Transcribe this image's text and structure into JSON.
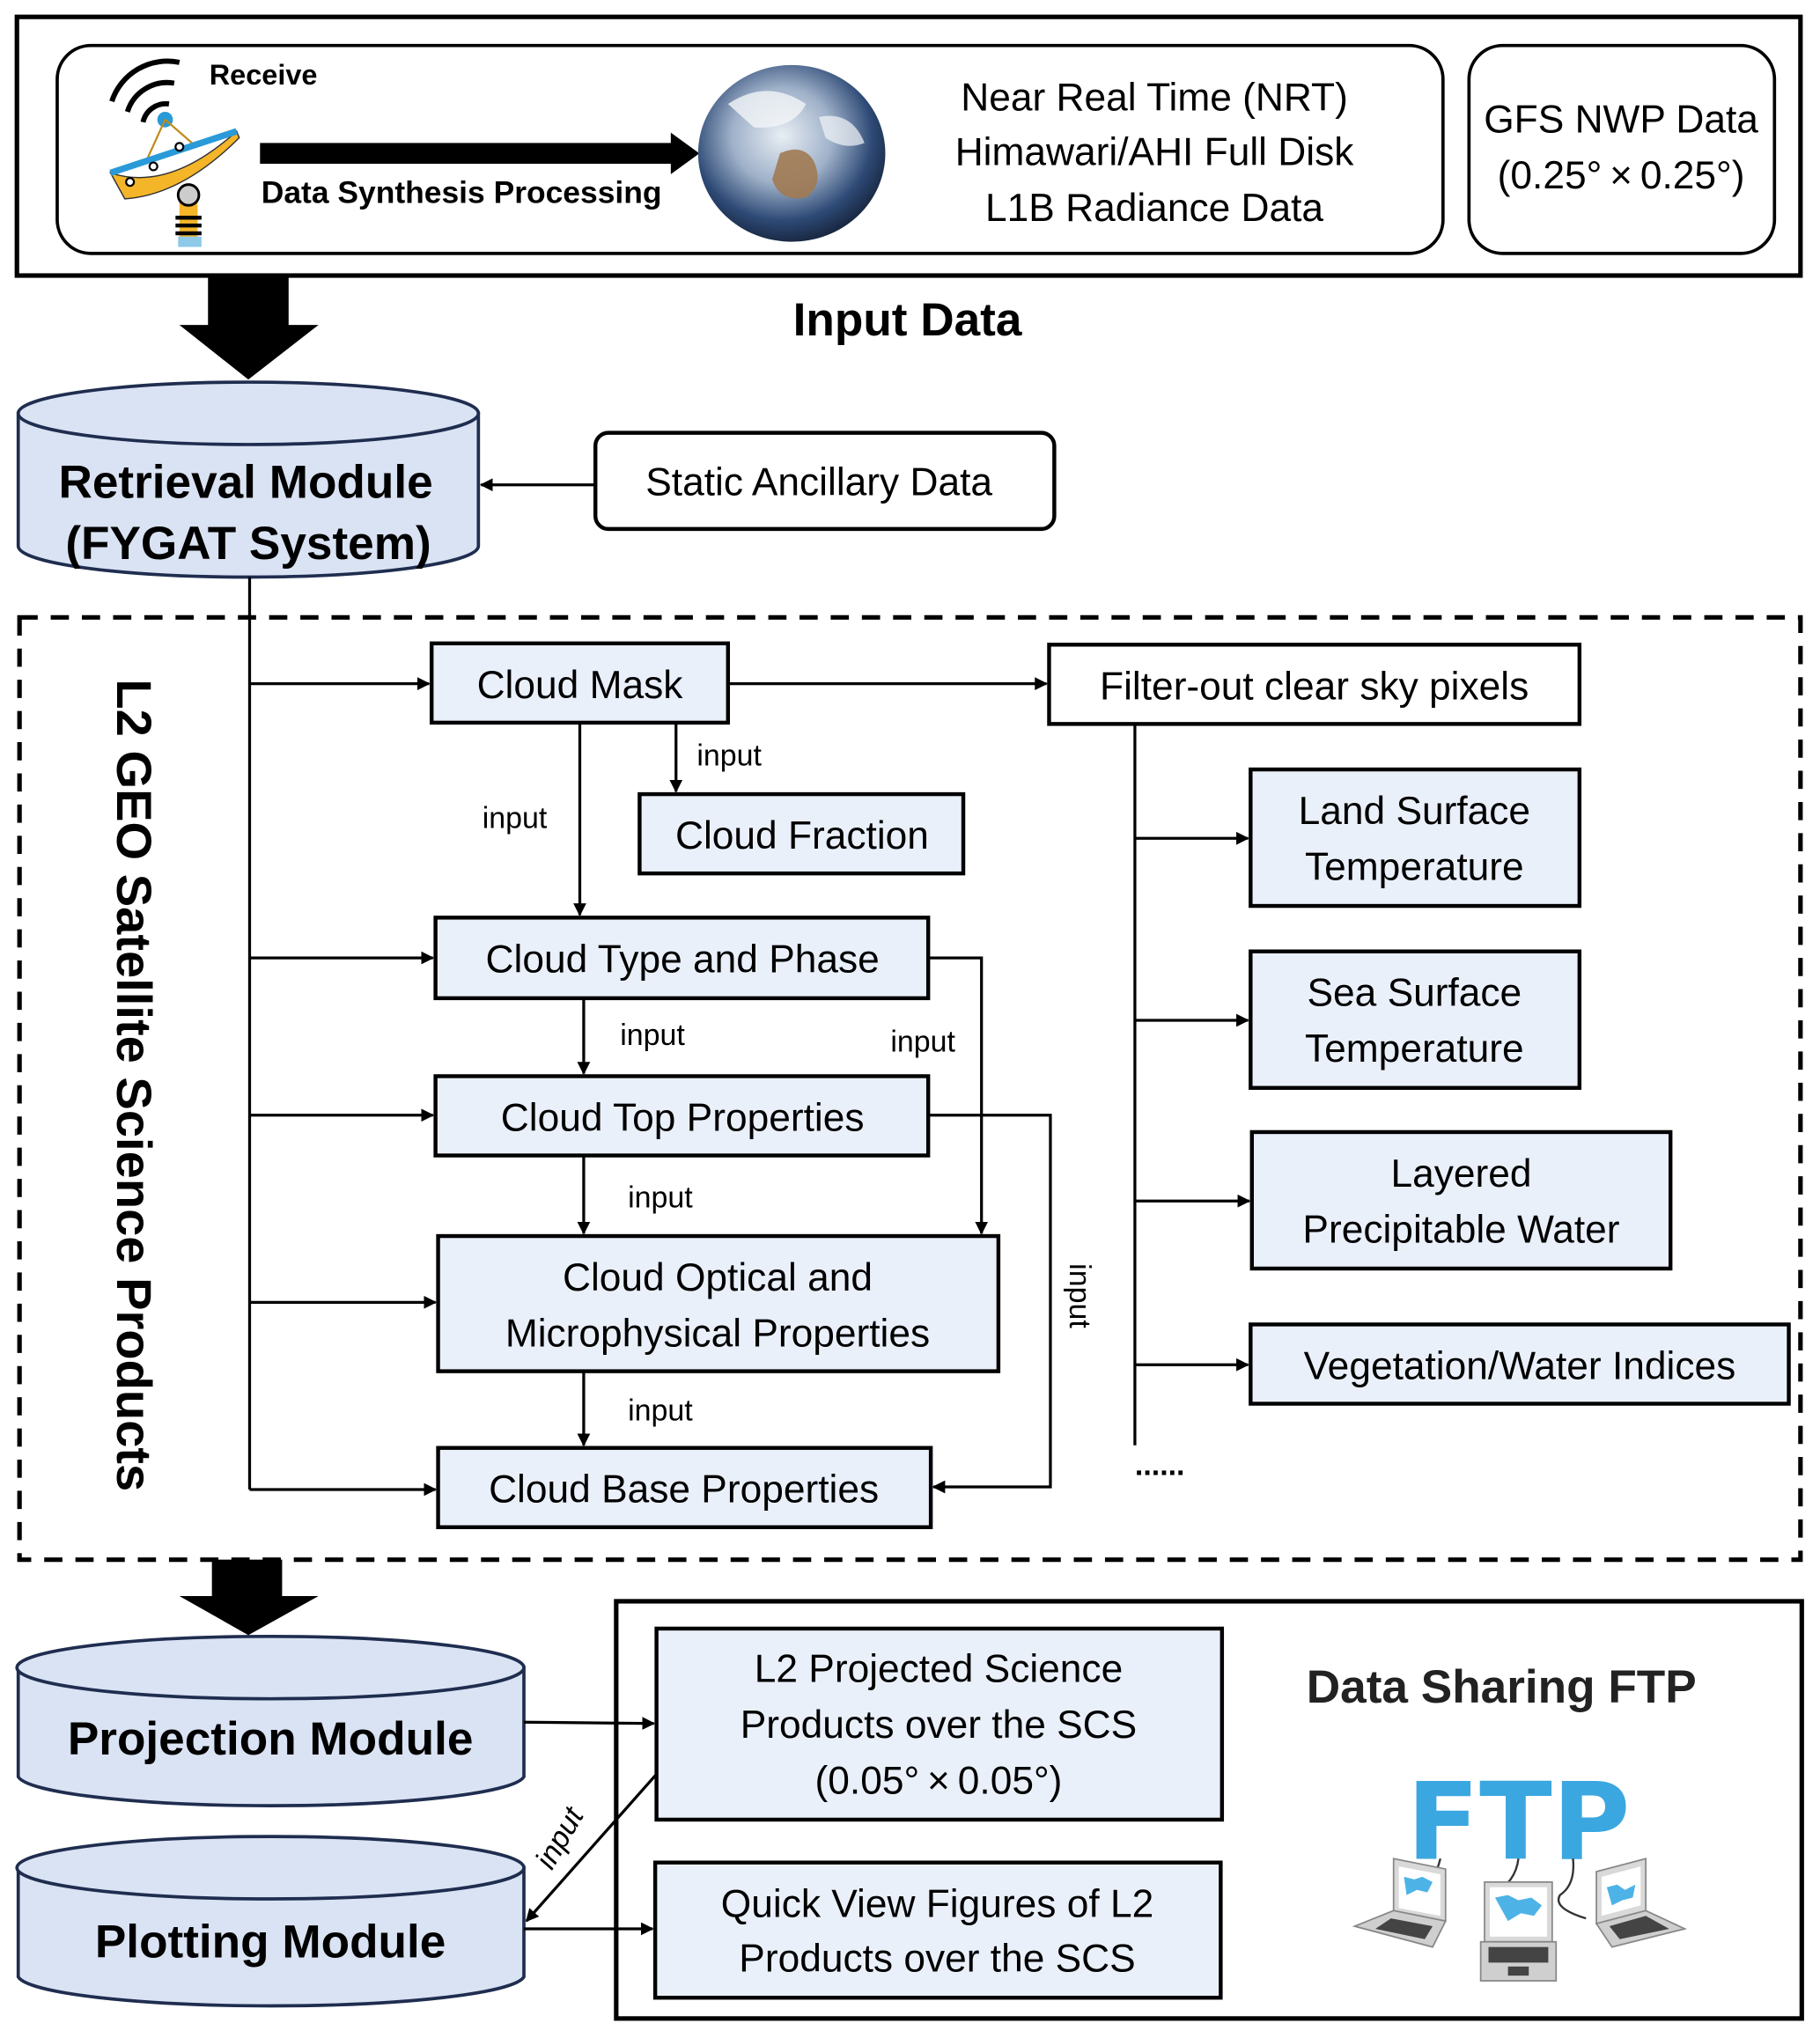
{
  "input_section": {
    "receive_label": "Receive",
    "processing_label": "Data Synthesis Processing",
    "nrt_lines": [
      "Near Real Time (NRT)",
      "Himawari/AHI Full Disk",
      "L1B Radiance Data"
    ],
    "gfs_lines": [
      "GFS NWP Data",
      "(0.25° × 0.25°)"
    ],
    "section_title": "Input Data"
  },
  "retrieval": {
    "module_lines": [
      "Retrieval Module",
      "(FYGAT System)"
    ],
    "ancillary_label": "Static Ancillary Data"
  },
  "l2_section": {
    "vertical_title": "L2 GEO Satellite Science Products",
    "cloud_mask": "Cloud Mask",
    "cloud_fraction": "Cloud Fraction",
    "cloud_type": "Cloud Type and Phase",
    "cloud_top": "Cloud Top Properties",
    "cloud_optical_lines": [
      "Cloud Optical and",
      "Microphysical Properties"
    ],
    "cloud_base": "Cloud Base Properties",
    "filter": "Filter-out clear sky pixels",
    "land_surface_lines": [
      "Land Surface",
      "Temperature"
    ],
    "sea_surface_lines": [
      "Sea Surface",
      "Temperature"
    ],
    "layered_lines": [
      "Layered",
      "Precipitable Water"
    ],
    "vegetation": "Vegetation/Water Indices",
    "ellipsis": "......",
    "edge_label": "input"
  },
  "output_section": {
    "projection_module": "Projection Module",
    "plotting_module": "Plotting Module",
    "l2_projected_lines": [
      "L2 Projected Science",
      "Products over the SCS",
      "(0.05° × 0.05°)"
    ],
    "quick_view_lines": [
      "Quick View Figures of L2",
      "Products over the SCS"
    ],
    "ftp_title": "Data Sharing FTP",
    "ftp_logo_text": "FTP"
  },
  "colors": {
    "product_box_fill": "#eaf0fa",
    "cylinder_fill": "#dae3f3",
    "cylinder_stroke": "#1f2d4f",
    "ftp_blue": "#3ba7e0",
    "dish_yellow": "#f4b528",
    "dish_blue": "#2a9ad8"
  }
}
